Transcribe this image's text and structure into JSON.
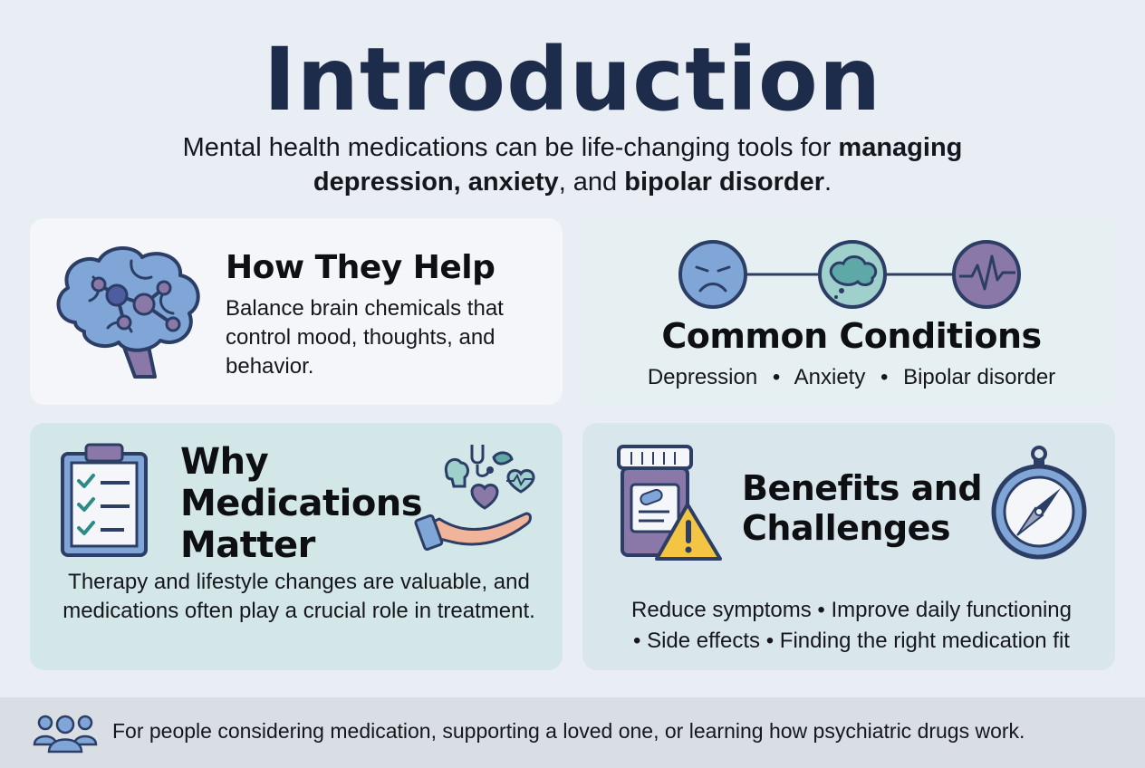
{
  "header": {
    "title": "Introduction",
    "subtitle_lead": "Mental health medications can be life-changing tools for ",
    "subtitle_bold1": "managing depression, anxiety",
    "subtitle_mid": ", and ",
    "subtitle_bold2": "bipolar disorder",
    "subtitle_end": "."
  },
  "cards": {
    "help": {
      "heading": "How They Help",
      "text": "Balance brain chemicals that control mood, thoughts, and behavior.",
      "icon": "brain-network-icon"
    },
    "conditions": {
      "heading": "Common Conditions",
      "items": [
        "Depression",
        "Anxiety",
        "Bipolar disorder"
      ],
      "separator": "•",
      "icons": [
        "sad-face-icon",
        "thought-cloud-icon",
        "heartbeat-icon"
      ]
    },
    "why": {
      "heading_line1": "Why",
      "heading_line2": "Medications",
      "heading_line3": "Matter",
      "text": "Therapy and lifestyle changes are valuable, and medications often play a crucial role in treatment.",
      "icons": [
        "clipboard-checklist-icon",
        "caring-hand-icon"
      ]
    },
    "benefits": {
      "heading_line1": "Benefits and",
      "heading_line2": "Challenges",
      "text_line1": "Reduce symptoms • Improve daily functioning",
      "text_line2": "• Side effects • Finding the right medication fit",
      "icons": [
        "pill-bottle-warning-icon",
        "compass-icon"
      ]
    }
  },
  "footer": {
    "text": "For people considering medication, supporting a loved one, or learning how psychiatric drugs work.",
    "icon": "people-group-icon"
  },
  "colors": {
    "title": "#1c2c4a",
    "brain_blue": "#7fa6d6",
    "purple": "#8a78a8",
    "teal": "#9fd0cc",
    "outline": "#2c3e66",
    "warning": "#f4c542"
  }
}
